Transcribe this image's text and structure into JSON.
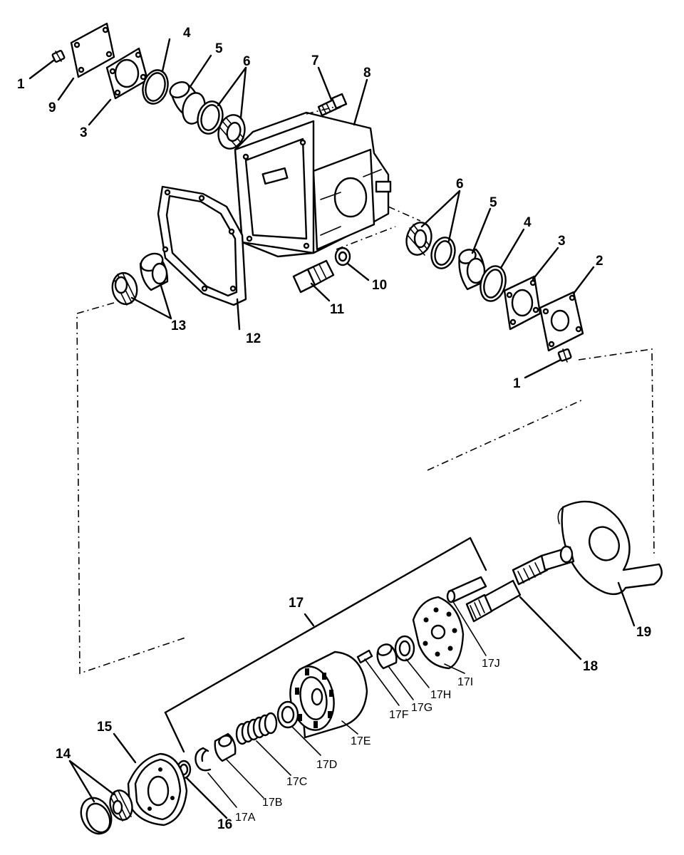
{
  "callouts": {
    "c1a": "1",
    "c9": "9",
    "c3a": "3",
    "c4a": "4",
    "c5a": "5",
    "c6a": "6",
    "c7": "7",
    "c8": "8",
    "c6b": "6",
    "c5b": "5",
    "c4b": "4",
    "c3b": "3",
    "c2": "2",
    "c1b": "1",
    "c10": "10",
    "c11": "11",
    "c12": "12",
    "c13": "13",
    "c14": "14",
    "c15": "15",
    "c16": "16",
    "c17": "17",
    "c18": "18",
    "c19": "19",
    "c17a": "17A",
    "c17b": "17B",
    "c17c": "17C",
    "c17d": "17D",
    "c17e": "17E",
    "c17f": "17F",
    "c17g": "17G",
    "c17h": "17H",
    "c17i": "17I",
    "c17j": "17J"
  }
}
